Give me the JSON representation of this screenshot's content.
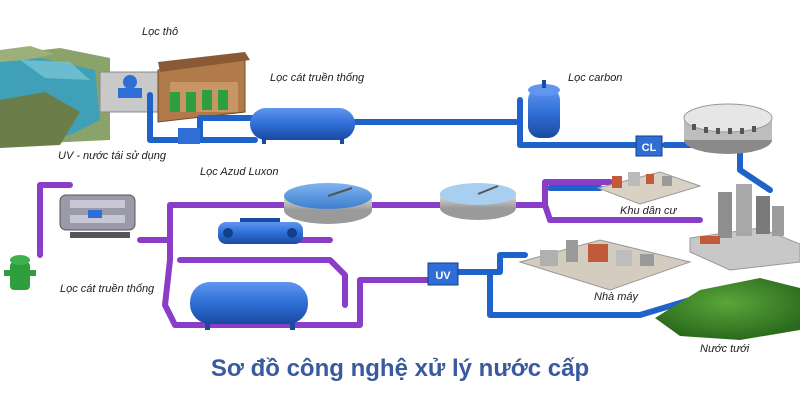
{
  "title": "Sơ đồ công nghệ xử lý nước cấp",
  "labels": {
    "loc_tho": "Lọc thô",
    "loc_cat_top": "Lọc cát truền thống",
    "loc_carbon": "Lọc carbon",
    "uv_tai_su_dung": "UV - nước tái sử dụng",
    "loc_azud": "Lọc Azud Luxon",
    "khu_dan_cu": "Khu dân cư",
    "loc_cat_bottom": "Lọc cát truền thống",
    "nha_may": "Nhà máy",
    "nuoc_tuoi": "Nước tưới"
  },
  "badges": {
    "cl": "CL",
    "uv": "UV"
  },
  "colors": {
    "blue_pipe": "#1f62c9",
    "purple_pipe": "#8a3ec8",
    "tank_blue": "#2f6ed6",
    "title_blue": "#3a5aa0",
    "hydrant_green": "#2e9e3e",
    "grass_green": "#3f8a2a"
  }
}
